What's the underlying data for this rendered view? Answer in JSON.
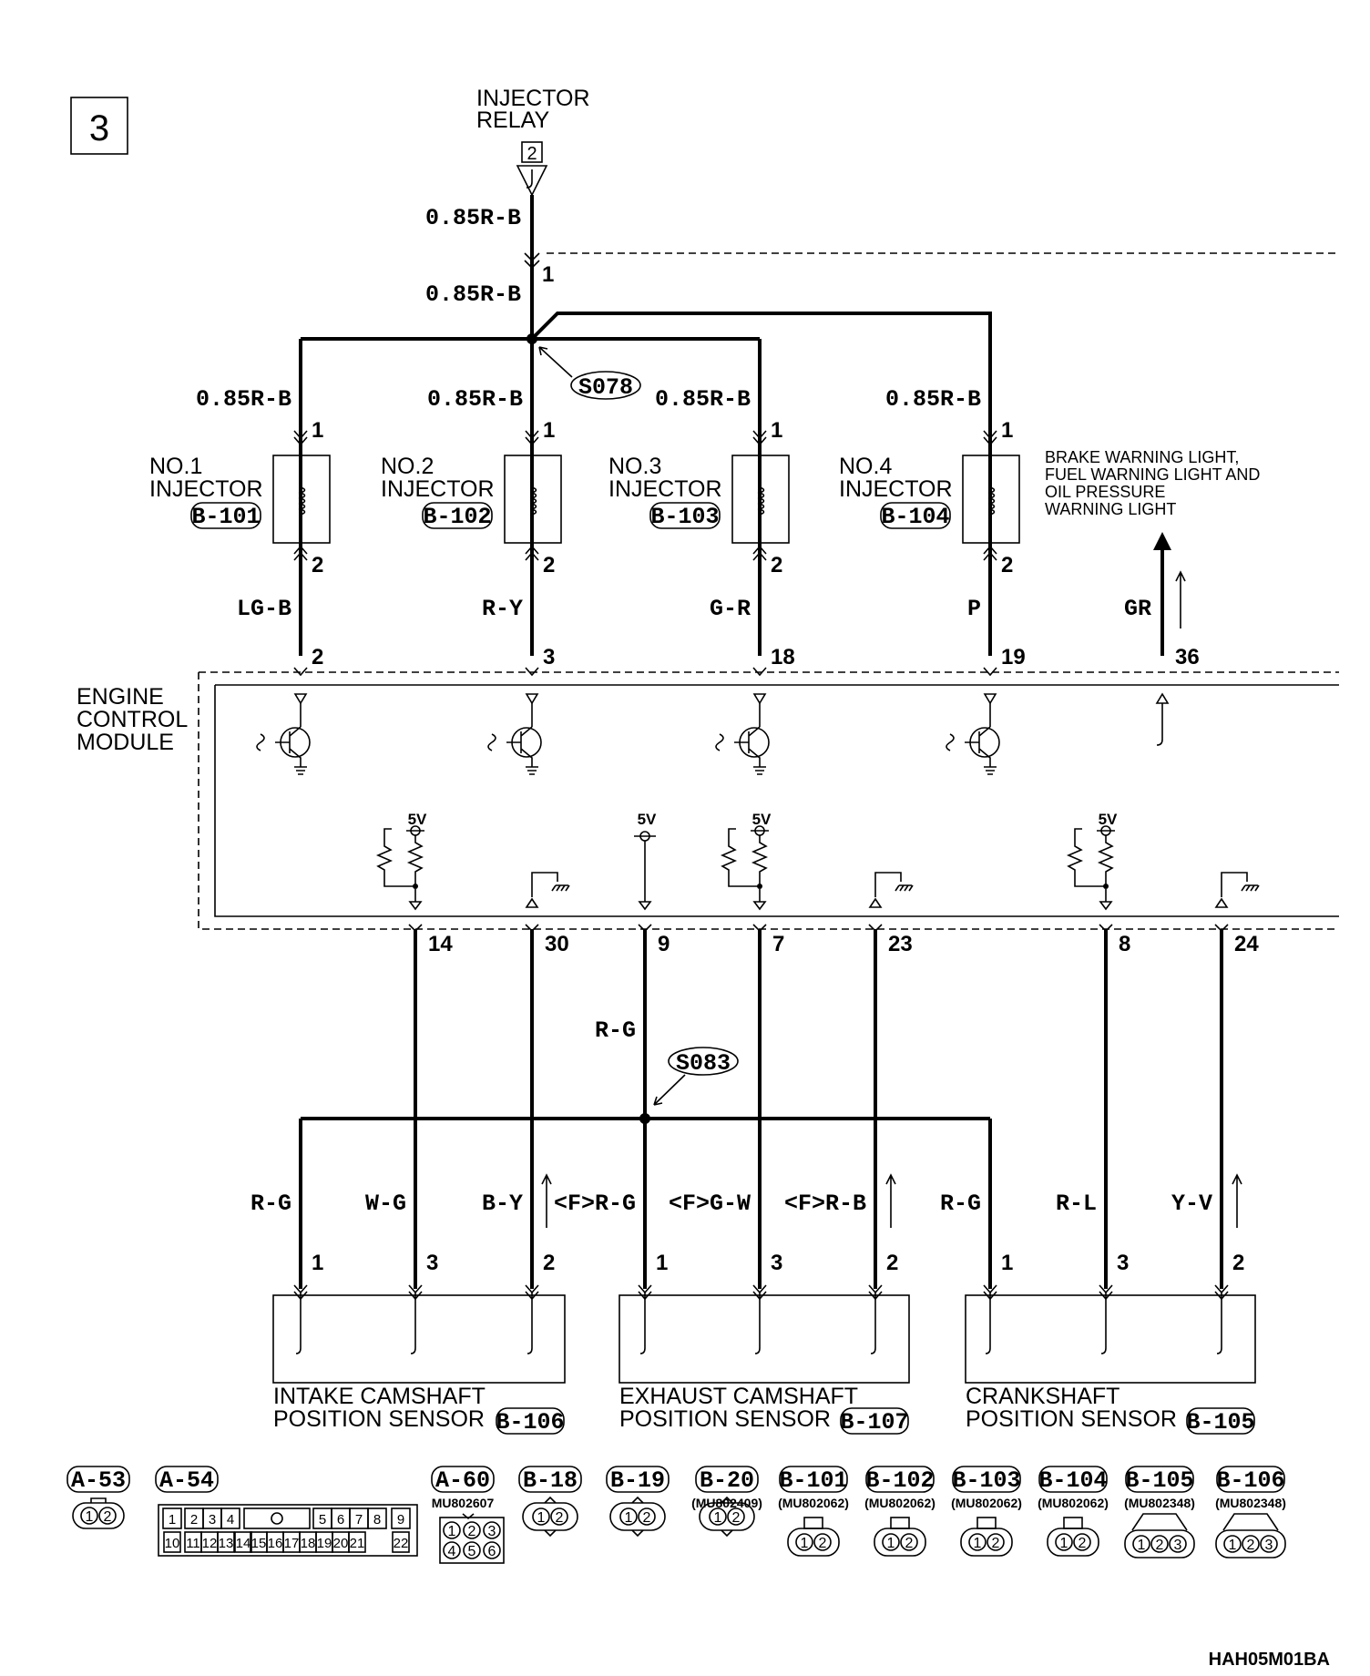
{
  "page_number": "3",
  "footer_code": "HAH05M01BA",
  "injector_relay": {
    "line1": "INJECTOR",
    "line2": "RELAY",
    "connector_pin": "2",
    "wire": "0.85R-B",
    "junction_pin": "1",
    "bus_wire": "0.85R-B"
  },
  "splices": {
    "top": "S078",
    "bottom": "S083"
  },
  "injectors": [
    {
      "no": "NO.1",
      "name": "INJECTOR",
      "connector": "B-101",
      "wire_top": "0.85R-B",
      "pin_top": "1",
      "pin_bottom": "2",
      "wire_bottom": "LG-B",
      "ecm_pin": "2"
    },
    {
      "no": "NO.2",
      "name": "INJECTOR",
      "connector": "B-102",
      "wire_top": "0.85R-B",
      "pin_top": "1",
      "pin_bottom": "2",
      "wire_bottom": "R-Y",
      "ecm_pin": "3"
    },
    {
      "no": "NO.3",
      "name": "INJECTOR",
      "connector": "B-103",
      "wire_top": "0.85R-B",
      "pin_top": "1",
      "pin_bottom": "2",
      "wire_bottom": "G-R",
      "ecm_pin": "18"
    },
    {
      "no": "NO.4",
      "name": "INJECTOR",
      "connector": "B-104",
      "wire_top": "0.85R-B",
      "pin_top": "1",
      "pin_bottom": "2",
      "wire_bottom": "P",
      "ecm_pin": "19"
    }
  ],
  "warning_light": {
    "line1": "BRAKE WARNING LIGHT,",
    "line2": "FUEL WARNING LIGHT AND",
    "line3": "OIL PRESSURE",
    "line4": "WARNING LIGHT",
    "wire": "GR",
    "ecm_pin": "36"
  },
  "ecm": {
    "line1": "ENGINE",
    "line2": "CONTROL",
    "line3": "MODULE",
    "supply": "5V"
  },
  "sensor_wires": [
    {
      "ecm_pin": "14",
      "wire": "W-G",
      "sensor_pin": "3"
    },
    {
      "ecm_pin": "30",
      "wire": "B-Y",
      "sensor_pin": "2"
    },
    {
      "ecm_pin": "9",
      "wire": "R-G"
    },
    {
      "ecm_pin": "7",
      "wire": "<F>G-W",
      "sensor_pin": "3"
    },
    {
      "ecm_pin": "23",
      "wire": "<F>R-B",
      "sensor_pin": "2"
    },
    {
      "ecm_pin": "8",
      "wire": "R-L",
      "sensor_pin": "3"
    },
    {
      "ecm_pin": "24",
      "wire": "Y-V",
      "sensor_pin": "2"
    }
  ],
  "splice_branches": [
    {
      "wire": "R-G",
      "sensor_pin": "1"
    },
    {
      "wire": "<F>R-G",
      "sensor_pin": "1"
    },
    {
      "wire": "R-G",
      "sensor_pin": "1"
    }
  ],
  "sensors": [
    {
      "line1": "INTAKE CAMSHAFT",
      "line2": "POSITION SENSOR",
      "connector": "B-106"
    },
    {
      "line1": "EXHAUST CAMSHAFT",
      "line2": "POSITION SENSOR",
      "connector": "B-107"
    },
    {
      "line1": "CRANKSHAFT",
      "line2": "POSITION SENSOR",
      "connector": "B-105"
    }
  ],
  "connectors": [
    {
      "id": "A-53",
      "part": ""
    },
    {
      "id": "A-54",
      "part": ""
    },
    {
      "id": "A-60",
      "part": "MU802607"
    },
    {
      "id": "B-18",
      "part": ""
    },
    {
      "id": "B-19",
      "part": ""
    },
    {
      "id": "B-20",
      "part": "(MU802409)"
    },
    {
      "id": "B-101",
      "part": "(MU802062)"
    },
    {
      "id": "B-102",
      "part": "(MU802062)"
    },
    {
      "id": "B-103",
      "part": "(MU802062)"
    },
    {
      "id": "B-104",
      "part": "(MU802062)"
    },
    {
      "id": "B-105",
      "part": "(MU802348)"
    },
    {
      "id": "B-106",
      "part": "(MU802348)"
    }
  ],
  "pin_labels": {
    "p1": "1",
    "p2": "2",
    "p3": "3",
    "p4": "4",
    "p5": "5",
    "p6": "6"
  },
  "a54_cells": {
    "top": [
      "1",
      "2",
      "3",
      "4",
      "5",
      "6",
      "7",
      "8",
      "9"
    ],
    "bottom": [
      "10",
      "11",
      "12",
      "13",
      "14",
      "15",
      "16",
      "17",
      "18",
      "19",
      "20",
      "21",
      "22"
    ]
  }
}
